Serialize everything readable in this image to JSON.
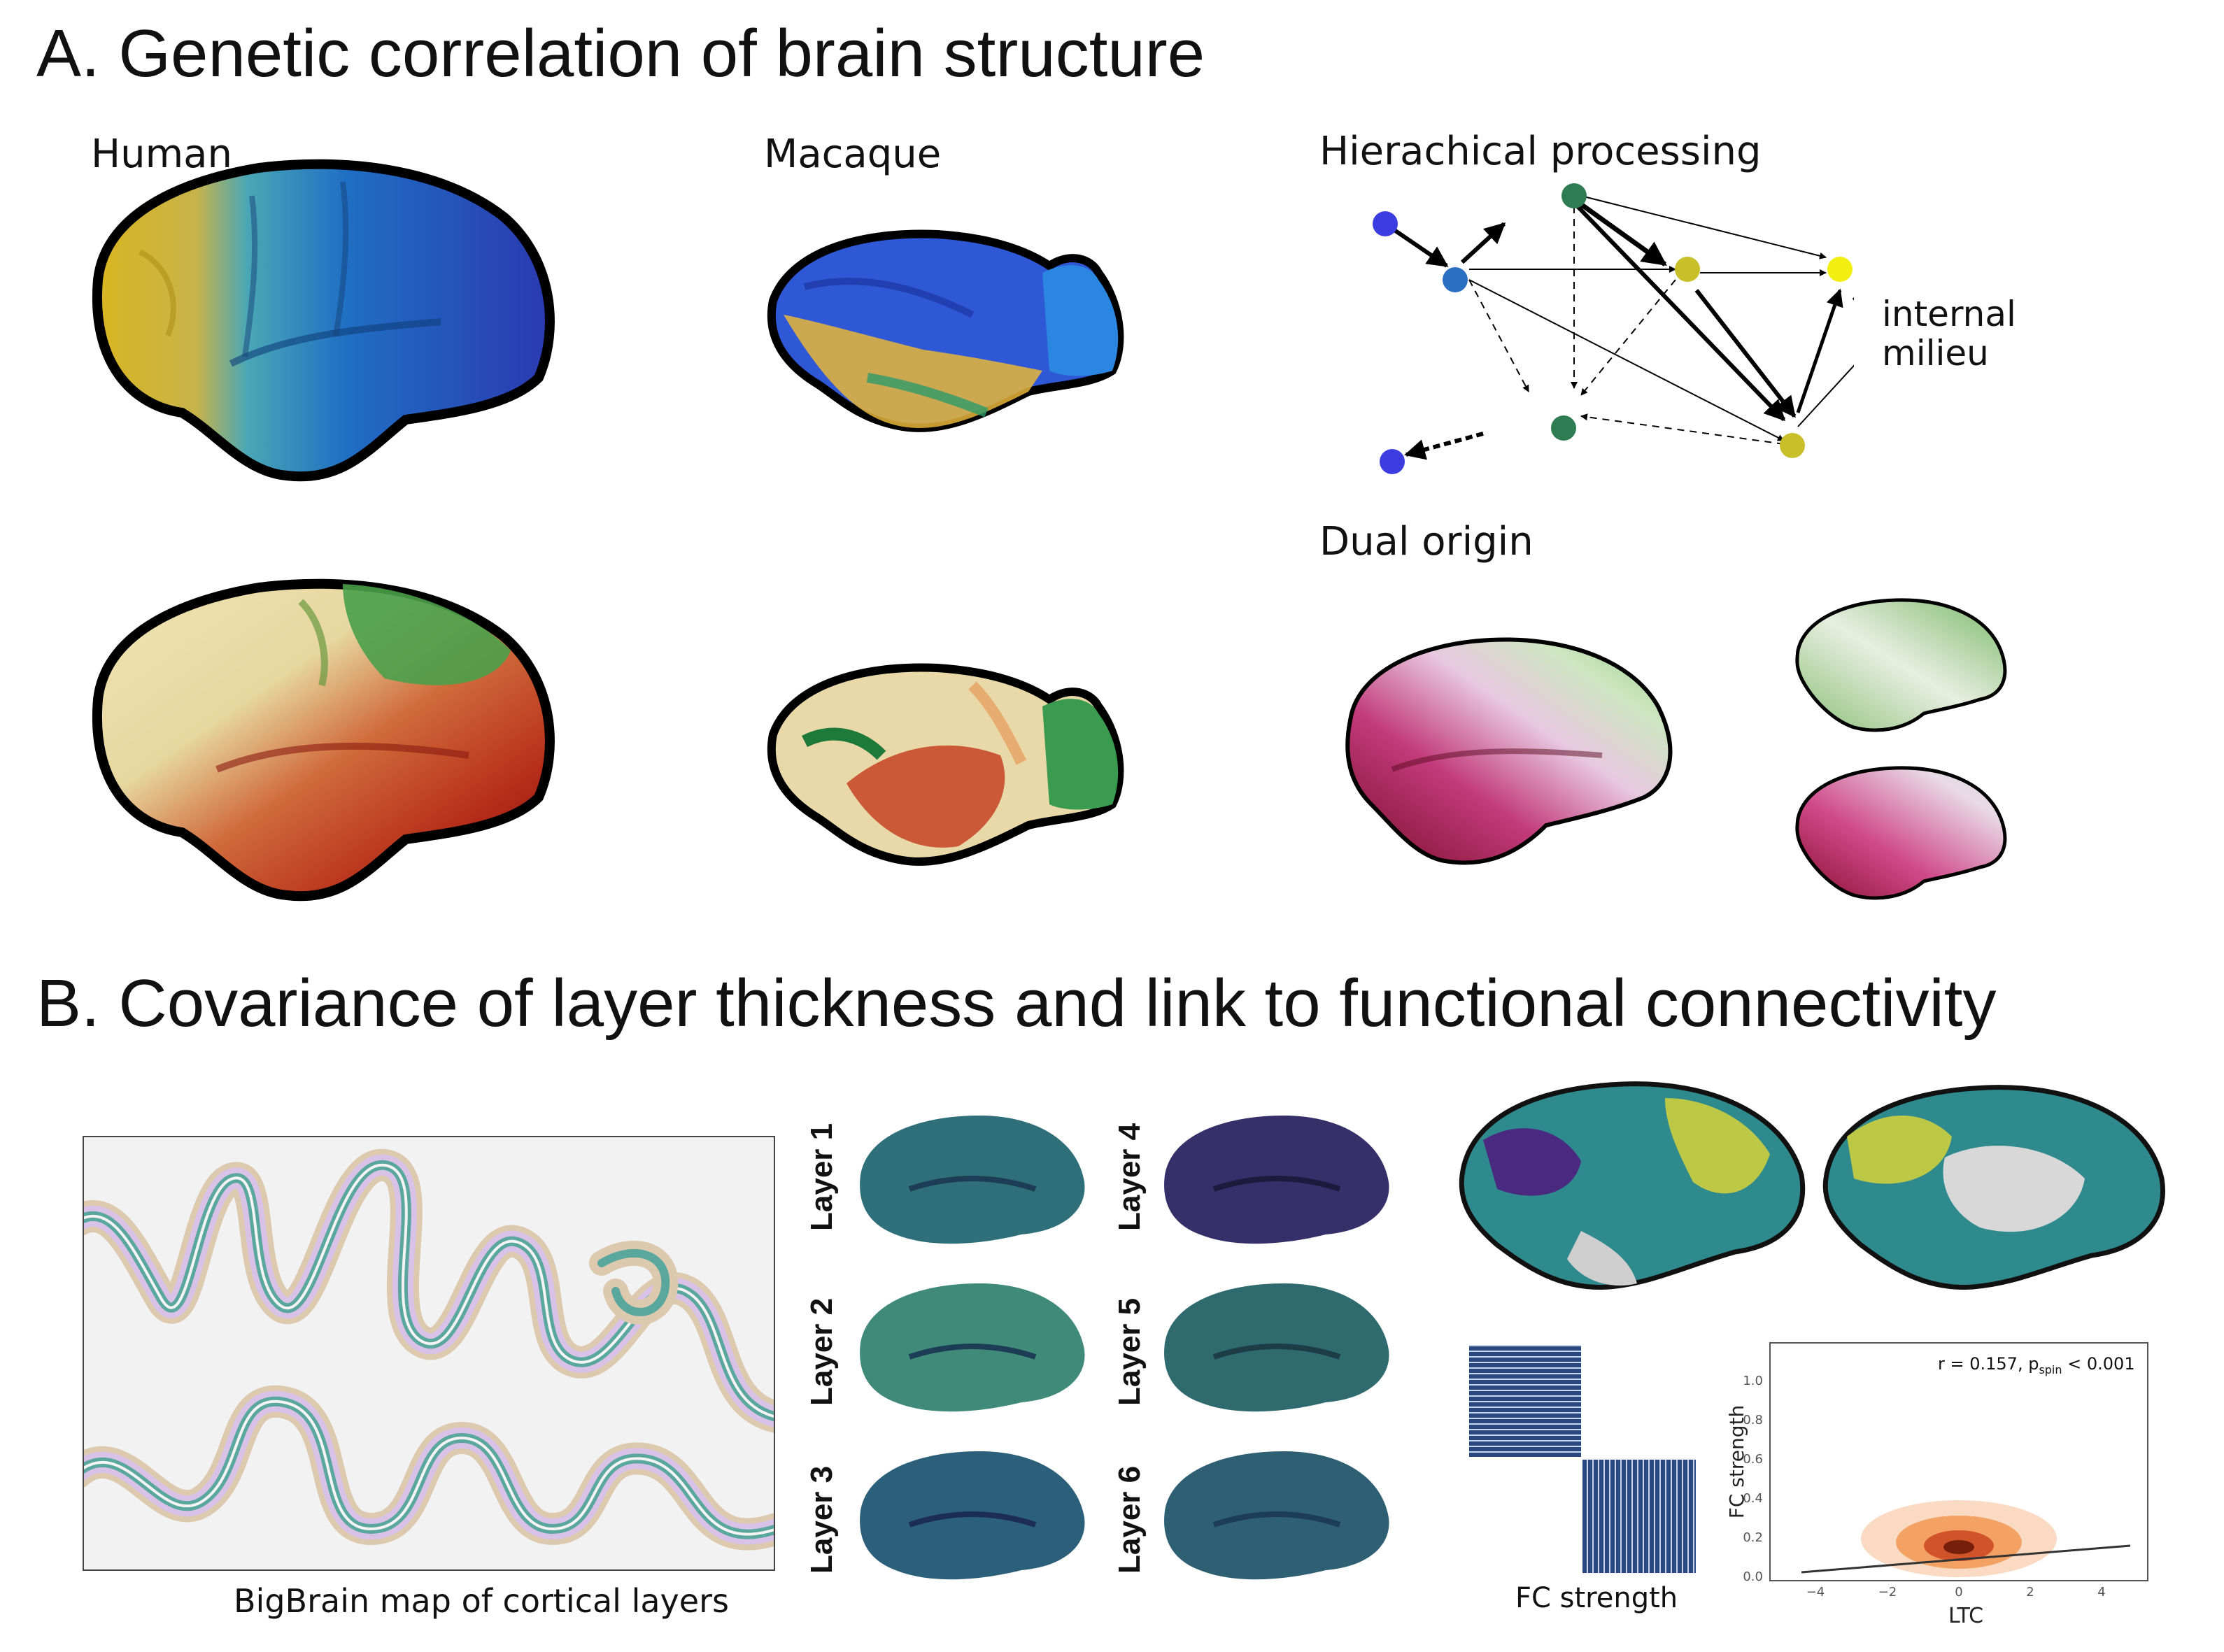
{
  "section_a": {
    "title": "A. Genetic correlation of brain structure",
    "human_label": "Human",
    "macaque_label": "Macaque",
    "hierarchy_label": "Hierachical processing",
    "internal_label_1": "internal",
    "internal_label_2": "milieu",
    "dual_label": "Dual origin"
  },
  "section_b": {
    "title": "B. Covariance of layer thickness and link to functional connectivity",
    "bigbrain_caption": "BigBrain map of cortical layers",
    "layers": [
      "Layer 1",
      "Layer 2",
      "Layer 3",
      "Layer 4",
      "Layer 5",
      "Layer 6"
    ],
    "fc_caption": "FC strength",
    "scatter": {
      "annotation": "r = 0.157, p",
      "annotation_sub": "spin",
      "annotation_tail": " < 0.001",
      "xlabel": "LTC",
      "ylabel": "FC strength",
      "xticks": [
        "−4",
        "−2",
        "0",
        "2",
        "4"
      ],
      "yticks": [
        "0.0",
        "0.2",
        "0.4",
        "0.6",
        "0.8",
        "1.0"
      ]
    }
  },
  "colors": {
    "node_blue": "#3c3ce0",
    "node_midblue": "#2a6fc0",
    "node_green": "#2e7d52",
    "node_olive": "#c8bf2a",
    "node_yellow": "#f2ee10"
  }
}
